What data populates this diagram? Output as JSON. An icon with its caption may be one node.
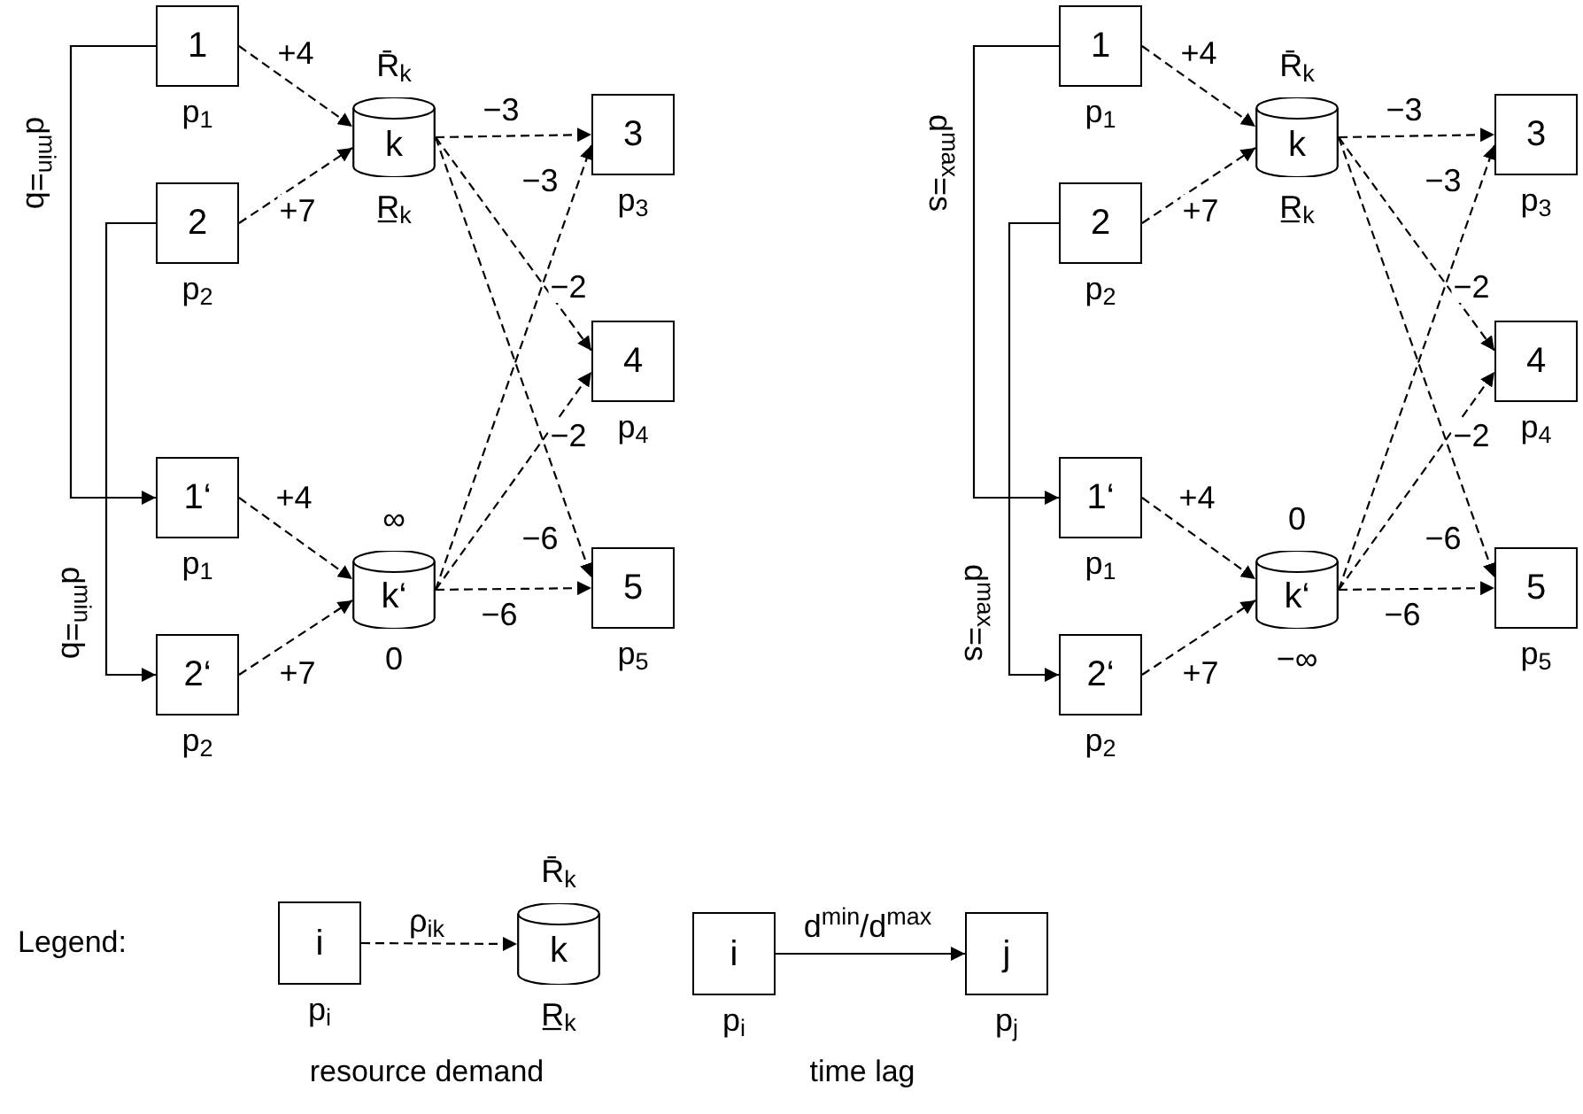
{
  "diagram": {
    "nodes": [
      {
        "text": [
          "1"
        ],
        "beside": [
          "p$_{1}$"
        ]
      },
      {
        "text": [
          "2"
        ],
        "beside": [
          "p$_{2}$"
        ]
      },
      {
        "text": [
          "1‘"
        ],
        "beside": [
          "p$_{1}$"
        ]
      },
      {
        "text": [
          "2‘"
        ],
        "beside": [
          "p$_{2}$"
        ]
      },
      {
        "text": [
          "k"
        ],
        "beside": [
          "R̄$_{k}$",
          "R̲$_{k}$"
        ]
      },
      {
        "text": [
          "k‘"
        ],
        "beside": [
          "∞",
          "0"
        ]
      },
      {
        "text": [
          "3"
        ],
        "beside": [
          "p$_{3}$"
        ]
      },
      {
        "text": [
          "4"
        ],
        "beside": [
          "p$_{4}$"
        ]
      },
      {
        "text": [
          "5"
        ],
        "beside": [
          "p$_{5}$"
        ]
      },
      {
        "text": [
          "1"
        ],
        "beside": [
          "p$_{1}$"
        ]
      },
      {
        "text": [
          "2"
        ],
        "beside": [
          "p$_{2}$"
        ]
      },
      {
        "text": [
          "1‘"
        ],
        "beside": [
          "p$_{1}$"
        ]
      },
      {
        "text": [
          "2‘"
        ],
        "beside": [
          "p$_{2}$"
        ]
      },
      {
        "text": [
          "k"
        ],
        "beside": [
          "R̄$_{k}$",
          "R̲$_{k}$"
        ]
      },
      {
        "text": [
          "k‘"
        ],
        "beside": [
          "0",
          "−∞"
        ]
      },
      {
        "text": [
          "3"
        ],
        "beside": [
          "p$_{3}$"
        ]
      },
      {
        "text": [
          "4"
        ],
        "beside": [
          "p$_{4}$"
        ]
      },
      {
        "text": [
          "5"
        ],
        "beside": [
          "p$_{5}$"
        ]
      },
      {
        "text": [
          "i"
        ],
        "beside": [
          "p$_{i}$"
        ]
      },
      {
        "text": [
          "k"
        ],
        "beside": [
          "R̄$_{k}$",
          "R̲$_{k}$"
        ]
      },
      {
        "text": [
          "i"
        ],
        "beside": [
          "p$_{i}$"
        ]
      },
      {
        "text": [
          "j"
        ],
        "beside": [
          "p$_{j}$"
        ]
      }
    ],
    "edges": [
      {
        "from": 0,
        "to": 2,
        "arrow": "to",
        "label": "d$^{min}$=b"
      },
      {
        "from": 1,
        "to": 3,
        "arrow": "to",
        "label": "d$^{min}$=b"
      },
      {
        "from": 0,
        "to": 4,
        "arrow": "to",
        "label": "+4",
        "style": "dashed"
      },
      {
        "from": 1,
        "to": 4,
        "arrow": "to",
        "label": "+7",
        "style": "dashed"
      },
      {
        "from": 2,
        "to": 5,
        "arrow": "to",
        "label": "+4",
        "style": "dashed"
      },
      {
        "from": 3,
        "to": 5,
        "arrow": "to",
        "label": "+7",
        "style": "dashed"
      },
      {
        "from": 4,
        "to": 6,
        "arrow": "to",
        "label": "−3",
        "style": "dashed"
      },
      {
        "from": 4,
        "to": 7,
        "arrow": "to",
        "label": "−2",
        "style": "dashed"
      },
      {
        "from": 4,
        "to": 8,
        "arrow": "to",
        "label": "−6",
        "style": "dashed"
      },
      {
        "from": 5,
        "to": 6,
        "arrow": "to",
        "label": "−3",
        "style": "dashed"
      },
      {
        "from": 5,
        "to": 7,
        "arrow": "to",
        "label": "−2",
        "style": "dashed"
      },
      {
        "from": 5,
        "to": 8,
        "arrow": "to",
        "label": "−6",
        "style": "dashed"
      },
      {
        "from": 9,
        "to": 11,
        "arrow": "to",
        "label": "d$^{max}$=s"
      },
      {
        "from": 10,
        "to": 12,
        "arrow": "to",
        "label": "d$^{max}$=s"
      },
      {
        "from": 9,
        "to": 13,
        "arrow": "to",
        "label": "+4",
        "style": "dashed"
      },
      {
        "from": 10,
        "to": 13,
        "arrow": "to",
        "label": "+7",
        "style": "dashed"
      },
      {
        "from": 11,
        "to": 14,
        "arrow": "to",
        "label": "+4",
        "style": "dashed"
      },
      {
        "from": 12,
        "to": 14,
        "arrow": "to",
        "label": "+7",
        "style": "dashed"
      },
      {
        "from": 13,
        "to": 15,
        "arrow": "to",
        "label": "−3",
        "style": "dashed"
      },
      {
        "from": 13,
        "to": 16,
        "arrow": "to",
        "label": "−2",
        "style": "dashed"
      },
      {
        "from": 13,
        "to": 17,
        "arrow": "to",
        "label": "−6",
        "style": "dashed"
      },
      {
        "from": 14,
        "to": 15,
        "arrow": "to",
        "label": "−3",
        "style": "dashed"
      },
      {
        "from": 14,
        "to": 16,
        "arrow": "to",
        "label": "−2",
        "style": "dashed"
      },
      {
        "from": 14,
        "to": 17,
        "arrow": "to",
        "label": "−6",
        "style": "dashed"
      },
      {
        "from": 18,
        "to": 19,
        "arrow": "to",
        "label": "ρ$_{ik}$",
        "style": "dashed"
      },
      {
        "from": 20,
        "to": 21,
        "arrow": "to",
        "label": "d$^{min}$/d$^{max}$"
      }
    ],
    "labels": [
      "Legend:",
      "resource demand",
      "time lag"
    ]
  }
}
